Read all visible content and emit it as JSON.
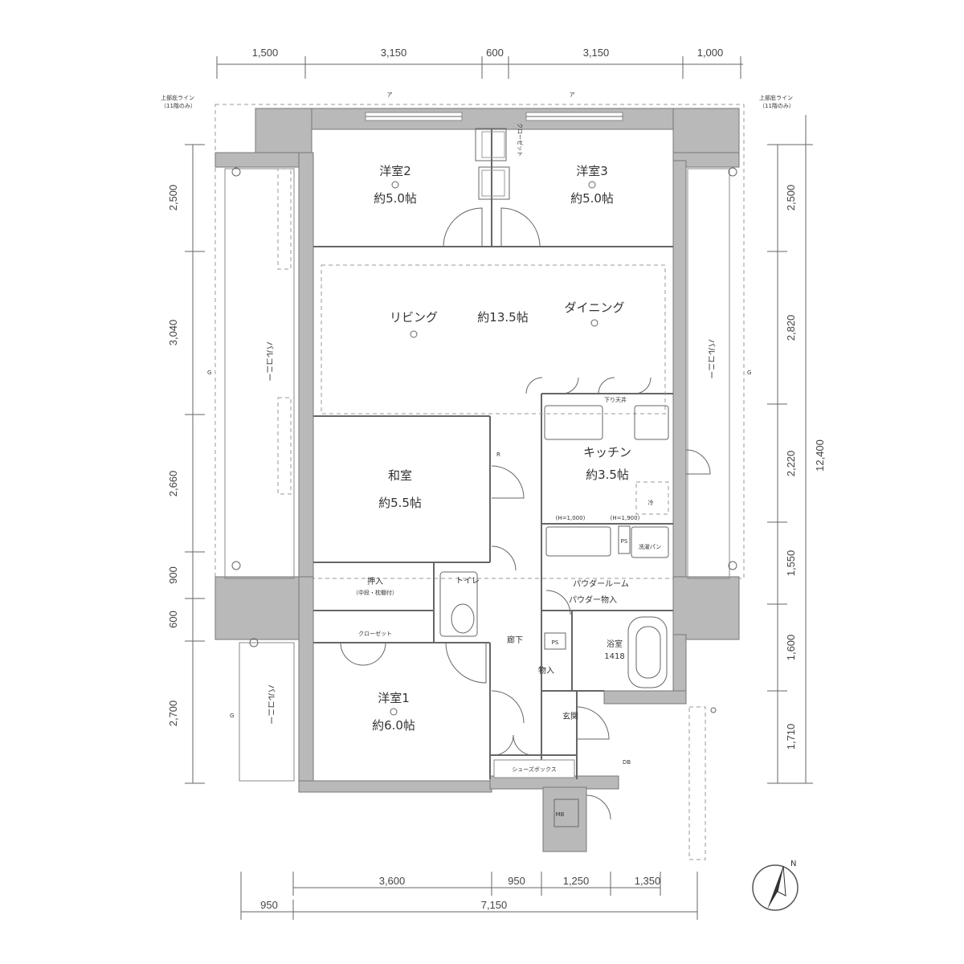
{
  "dimensions": {
    "top": [
      "1,500",
      "3,150",
      "600",
      "3,150",
      "1,000"
    ],
    "left": [
      "2,500",
      "3,040",
      "2,660",
      "900",
      "600",
      "2,700"
    ],
    "right": [
      "2,500",
      "2,820",
      "2,220",
      "1,550",
      "1,600",
      "1,710"
    ],
    "right_total": "12,400",
    "bottom_upper": [
      "3,600",
      "950",
      "1,250",
      "1,350"
    ],
    "bottom_lower": [
      "950",
      "7,150"
    ]
  },
  "eave_note": {
    "line1": "上部庇ライン",
    "line2": "（11階のみ）"
  },
  "rooms": {
    "western2": {
      "name": "洋室2",
      "size": "約5.0帖"
    },
    "western3": {
      "name": "洋室3",
      "size": "約5.0帖"
    },
    "living": {
      "name": "リビング",
      "size": "約13.5帖",
      "dining": "ダイニング"
    },
    "japanese": {
      "name": "和室",
      "size": "約5.5帖"
    },
    "kitchen": {
      "name": "キッチン",
      "size": "約3.5帖"
    },
    "western1": {
      "name": "洋室1",
      "size": "約6.0帖"
    },
    "toilet": "トイレ",
    "powder": "パウダールーム",
    "powder_storage": "パウダー物入",
    "bath": {
      "name": "浴室",
      "size": "1418"
    },
    "hall": "廊下",
    "entrance": "玄関",
    "storage": "物入",
    "oshiire": {
      "name": "押入",
      "note": "（中段・枕棚付）"
    },
    "closet": "クローゼット",
    "closet_small": "クローゼット",
    "shoebox": "シューズボックス",
    "washer": "洗濯パン",
    "ps": "PS",
    "mb": "MB",
    "balcony": "バルコニー"
  },
  "notes": {
    "lowered_ceiling": "下り天井",
    "h1000": "(H=1,000)",
    "h1900": "(H=1,900)",
    "refrigerator": "冷",
    "a": "ア",
    "g": "G",
    "r": "R",
    "db": "DB"
  },
  "compass": {
    "label": "N"
  }
}
